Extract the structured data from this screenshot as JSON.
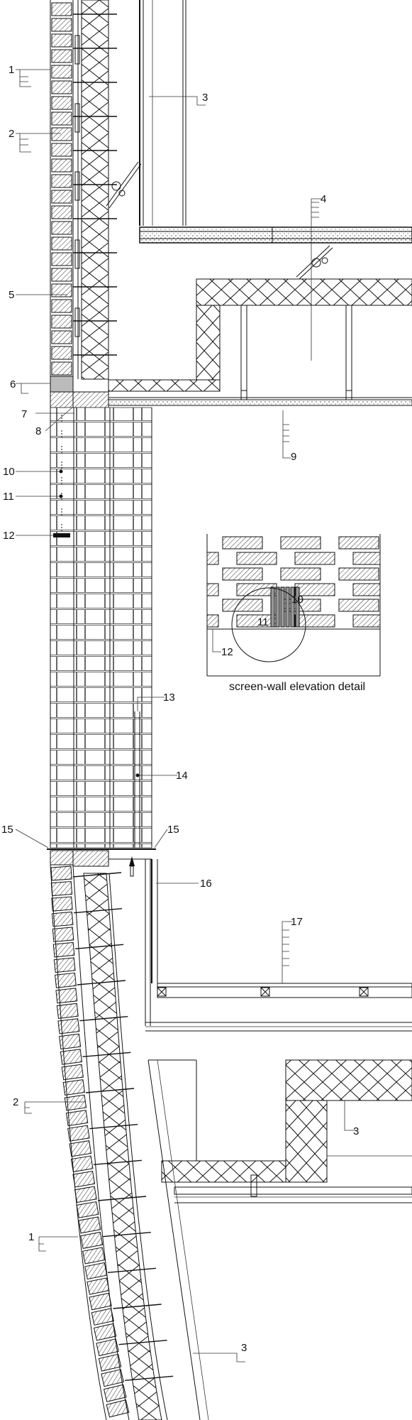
{
  "drawing": {
    "labels": {
      "l1": "1",
      "l2": "2",
      "l3": "3",
      "l4": "4",
      "l5": "5",
      "l6": "6",
      "l7": "7",
      "l8": "8",
      "l9": "9",
      "l10": "10",
      "l11": "11",
      "l12": "12",
      "l13": "13",
      "l14": "14",
      "l15": "15",
      "l16": "16",
      "l17": "17"
    },
    "detail": {
      "caption": "screen-wall elevation detail"
    }
  }
}
